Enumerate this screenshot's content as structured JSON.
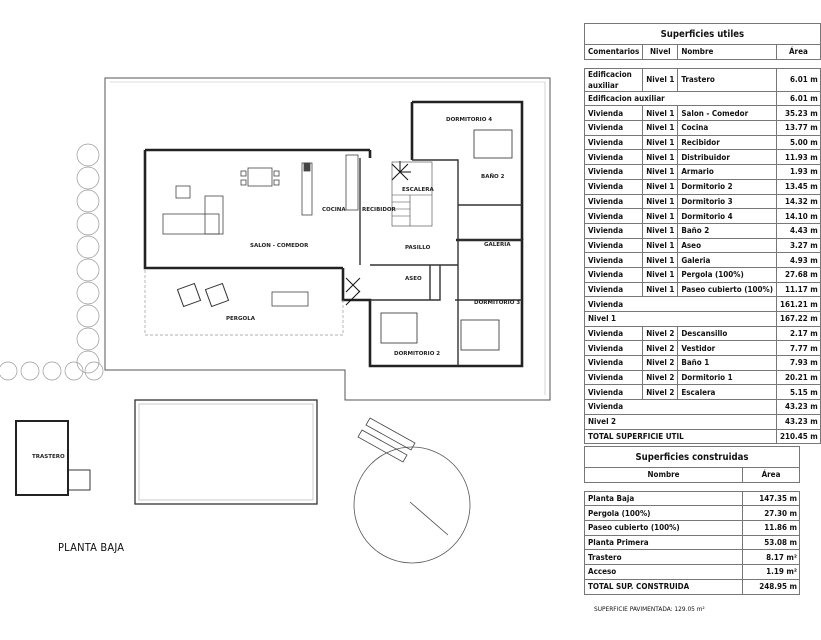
{
  "plan": {
    "title": "PLANTA BAJA",
    "paved_surface": "SUPERFICIE PAVIMENTADA: 129.05 m²",
    "rooms": {
      "dormitorio4": "DORMITORIO 4",
      "escalera": "ESCALERA",
      "bano2": "BAÑO 2",
      "cocina": "COCINA",
      "recibidor": "RECIBIDOR",
      "salon": "SALON - COMEDOR",
      "pasillo": "PASILLO",
      "galeria": "GALERIA",
      "aseo": "ASEO",
      "pergola": "PERGOLA",
      "dormitorio3": "DORMITORIO 3",
      "dormitorio2": "DORMITORIO 2",
      "trastero": "TRASTERO"
    }
  },
  "useful_surfaces": {
    "title": "Superficies utiles",
    "columns": [
      "Comentarios",
      "Nivel",
      "Nombre",
      "Área"
    ],
    "rows": [
      {
        "comment": "Edificacion auxiliar",
        "level": "Nivel 1",
        "name": "Trastero",
        "area": "6.01 m"
      },
      {
        "comment": "Edificacion auxiliar",
        "level": "",
        "name": "",
        "area": "6.01 m"
      },
      {
        "comment": "Vivienda",
        "level": "Nivel 1",
        "name": "Salon - Comedor",
        "area": "35.23 m"
      },
      {
        "comment": "Vivienda",
        "level": "Nivel 1",
        "name": "Cocina",
        "area": "13.77 m"
      },
      {
        "comment": "Vivienda",
        "level": "Nivel 1",
        "name": "Recibidor",
        "area": "5.00 m"
      },
      {
        "comment": "Vivienda",
        "level": "Nivel 1",
        "name": "Distribuidor",
        "area": "11.93 m"
      },
      {
        "comment": "Vivienda",
        "level": "Nivel 1",
        "name": "Armario",
        "area": "1.93 m"
      },
      {
        "comment": "Vivienda",
        "level": "Nivel 1",
        "name": "Dormitorio 2",
        "area": "13.45 m"
      },
      {
        "comment": "Vivienda",
        "level": "Nivel 1",
        "name": "Dormitorio 3",
        "area": "14.32 m"
      },
      {
        "comment": "Vivienda",
        "level": "Nivel 1",
        "name": "Dormitorio 4",
        "area": "14.10 m"
      },
      {
        "comment": "Vivienda",
        "level": "Nivel 1",
        "name": "Baño 2",
        "area": "4.43 m"
      },
      {
        "comment": "Vivienda",
        "level": "Nivel 1",
        "name": "Aseo",
        "area": "3.27 m"
      },
      {
        "comment": "Vivienda",
        "level": "Nivel 1",
        "name": "Galeria",
        "area": "4.93 m"
      },
      {
        "comment": "Vivienda",
        "level": "Nivel 1",
        "name": "Pergola (100%)",
        "area": "27.68 m"
      },
      {
        "comment": "Vivienda",
        "level": "Nivel 1",
        "name": "Paseo cubierto (100%)",
        "area": "11.17 m"
      },
      {
        "comment": "Vivienda",
        "level": "",
        "name": "",
        "area": "161.21 m"
      },
      {
        "comment": "Nivel 1",
        "level": "",
        "name": "",
        "area": "167.22 m"
      },
      {
        "comment": "Vivienda",
        "level": "Nivel 2",
        "name": "Descansillo",
        "area": "2.17 m"
      },
      {
        "comment": "Vivienda",
        "level": "Nivel 2",
        "name": "Vestidor",
        "area": "7.77 m"
      },
      {
        "comment": "Vivienda",
        "level": "Nivel 2",
        "name": "Baño 1",
        "area": "7.93 m"
      },
      {
        "comment": "Vivienda",
        "level": "Nivel 2",
        "name": "Dormitorio 1",
        "area": "20.21 m"
      },
      {
        "comment": "Vivienda",
        "level": "Nivel 2",
        "name": "Escalera",
        "area": "5.15 m"
      },
      {
        "comment": "Vivienda",
        "level": "",
        "name": "",
        "area": "43.23 m"
      },
      {
        "comment": "Nivel 2",
        "level": "",
        "name": "",
        "area": "43.23 m"
      },
      {
        "comment": "TOTAL SUPERFICIE UTIL",
        "level": "",
        "name": "",
        "area": "210.45 m"
      }
    ]
  },
  "built_surfaces": {
    "title": "Superficies construidas",
    "columns": [
      "Nombre",
      "Área"
    ],
    "rows": [
      {
        "name": "Planta Baja",
        "area": "147.35 m"
      },
      {
        "name": "Pergola (100%)",
        "area": "27.30 m"
      },
      {
        "name": "Paseo cubierto (100%)",
        "area": "11.86 m"
      },
      {
        "name": "Planta Primera",
        "area": "53.08 m"
      },
      {
        "name": "Trastero",
        "area": "8.17 m²"
      },
      {
        "name": "Acceso",
        "area": "1.19 m²"
      },
      {
        "name": "TOTAL SUP. CONSTRUIDA",
        "area": "248.95 m"
      }
    ]
  }
}
